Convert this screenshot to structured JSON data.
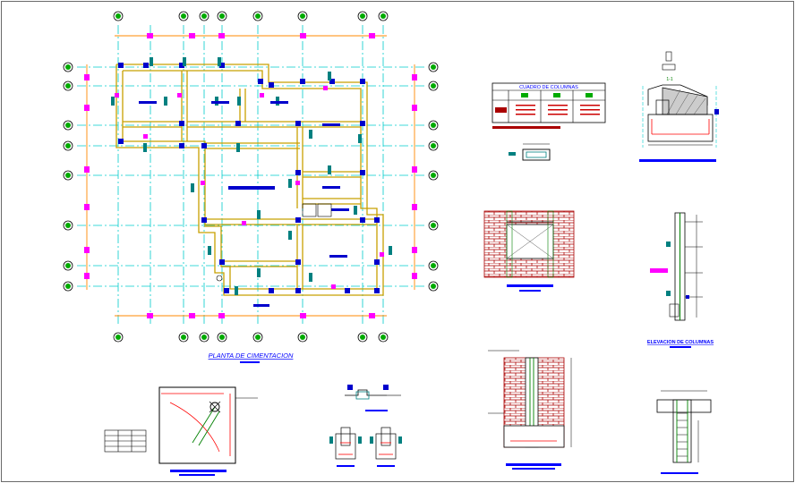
{
  "sheet": {
    "plan_title": "PLANTA DE CIMENTACION",
    "table_title": "CUADRO DE COLUMNAS",
    "column_elevation_title": "ELEVACION DE COLUMNAS",
    "section_label": "1-1"
  },
  "colors": {
    "axis": "#00cccc",
    "wall": "#c8a000",
    "dimension": "#ff8800",
    "column": "#0000cc",
    "tag": "#008080",
    "marker": "#ff00ff",
    "grid_bubble": "#00aa00",
    "brick": "#aa0000",
    "caption": "#0000ff"
  }
}
